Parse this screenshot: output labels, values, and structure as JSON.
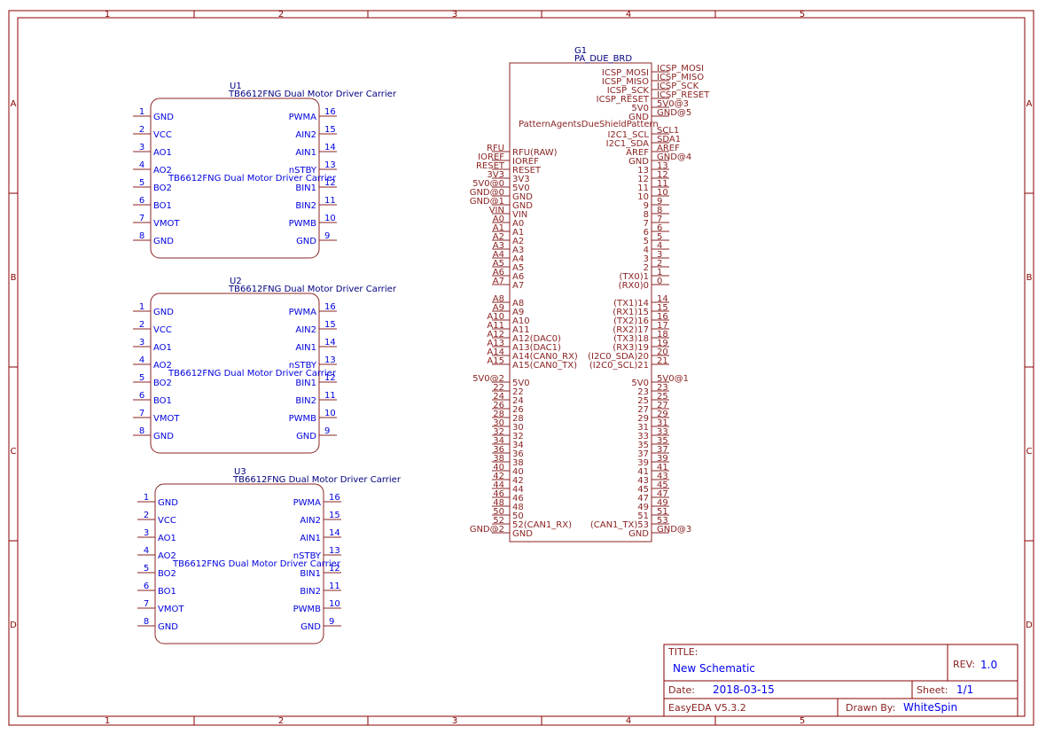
{
  "frame": {
    "columns": [
      "1",
      "2",
      "3",
      "4",
      "5"
    ],
    "rows": [
      "A",
      "B",
      "C",
      "D"
    ]
  },
  "motor_drivers": [
    {
      "ref": "U1",
      "name": "TB6612FNG Dual Motor Driver Carrier",
      "center_text": "TB6612FNG Dual Motor Driver Carrier"
    },
    {
      "ref": "U2",
      "name": "TB6612FNG Dual Motor Driver Carrier",
      "center_text": "TB6612FNG Dual Motor Driver Carrier"
    },
    {
      "ref": "U3",
      "name": "TB6612FNG Dual Motor Driver Carrier",
      "center_text": "TB6612FNG Dual Motor Driver Carrier"
    }
  ],
  "driver_pins": {
    "left": [
      [
        "1",
        "GND"
      ],
      [
        "2",
        "VCC"
      ],
      [
        "3",
        "AO1"
      ],
      [
        "4",
        "AO2"
      ],
      [
        "5",
        "BO2"
      ],
      [
        "6",
        "BO1"
      ],
      [
        "7",
        "VMOT"
      ],
      [
        "8",
        "GND"
      ]
    ],
    "right": [
      [
        "16",
        "PWMA"
      ],
      [
        "15",
        "AIN2"
      ],
      [
        "14",
        "AIN1"
      ],
      [
        "13",
        "nSTBY"
      ],
      [
        "12",
        "BIN1"
      ],
      [
        "11",
        "BIN2"
      ],
      [
        "10",
        "PWMB"
      ],
      [
        "9",
        "GND"
      ]
    ]
  },
  "board": {
    "ref": "G1",
    "name": "PA_DUE_BRD",
    "center_text": "PatternAgentsDueShieldPattern",
    "left_groups": [
      [
        [
          "RFU",
          "RFU(RAW)"
        ],
        [
          "IOREF",
          "IOREF"
        ],
        [
          "RESET",
          "RESET"
        ],
        [
          "3V3",
          "3V3"
        ],
        [
          "5V0@0",
          "5V0"
        ],
        [
          "GND@0",
          "GND"
        ],
        [
          "GND@1",
          "GND"
        ],
        [
          "VIN",
          "VIN"
        ],
        [
          "A0",
          "A0"
        ],
        [
          "A1",
          "A1"
        ],
        [
          "A2",
          "A2"
        ],
        [
          "A3",
          "A3"
        ],
        [
          "A4",
          "A4"
        ],
        [
          "A5",
          "A5"
        ],
        [
          "A6",
          "A6"
        ],
        [
          "A7",
          "A7"
        ]
      ],
      [
        [
          "A8",
          "A8"
        ],
        [
          "A9",
          "A9"
        ],
        [
          "A10",
          "A10"
        ],
        [
          "A11",
          "A11"
        ],
        [
          "A12",
          "A12(DAC0)"
        ],
        [
          "A13",
          "A13(DAC1)"
        ],
        [
          "A14",
          "A14(CAN0_RX)"
        ],
        [
          "A15",
          "A15(CAN0_TX)"
        ]
      ],
      [
        [
          "5V0@2",
          "5V0"
        ],
        [
          "22",
          "22"
        ],
        [
          "24",
          "24"
        ],
        [
          "26",
          "26"
        ],
        [
          "28",
          "28"
        ],
        [
          "30",
          "30"
        ],
        [
          "32",
          "32"
        ],
        [
          "34",
          "34"
        ],
        [
          "36",
          "36"
        ],
        [
          "38",
          "38"
        ],
        [
          "40",
          "40"
        ],
        [
          "42",
          "42"
        ],
        [
          "44",
          "44"
        ],
        [
          "46",
          "46"
        ],
        [
          "48",
          "48"
        ],
        [
          "50",
          "50"
        ],
        [
          "52",
          "52(CAN1_RX)"
        ],
        [
          "GND@2",
          "GND"
        ]
      ]
    ],
    "right_groups": [
      [
        [
          "ICSP_MOSI",
          "ICSP_MOSI"
        ],
        [
          "ICSP_MISO",
          "ICSP_MISO"
        ],
        [
          "ICSP_SCK",
          "ICSP_SCK"
        ],
        [
          "ICSP_RESET",
          "ICSP_RESET"
        ],
        [
          "5V0",
          "5V0@3"
        ],
        [
          "GND",
          "GND@5"
        ]
      ],
      [
        [
          "I2C1_SCL",
          "SCL1"
        ],
        [
          "I2C1_SDA",
          "SDA1"
        ],
        [
          "AREF",
          "AREF"
        ],
        [
          "GND",
          "GND@4"
        ],
        [
          "13",
          "13"
        ],
        [
          "12",
          "12"
        ],
        [
          "11",
          "11"
        ],
        [
          "10",
          "10"
        ],
        [
          "9",
          "9"
        ],
        [
          "8",
          "8"
        ],
        [
          "7",
          "7"
        ],
        [
          "6",
          "6"
        ],
        [
          "5",
          "5"
        ],
        [
          "4",
          "4"
        ],
        [
          "3",
          "3"
        ],
        [
          "2",
          "2"
        ],
        [
          "(TX0)1",
          "1"
        ],
        [
          "(RX0)0",
          "0"
        ]
      ],
      [
        [
          "(TX1)14",
          "14"
        ],
        [
          "(RX1)15",
          "15"
        ],
        [
          "(TX2)16",
          "16"
        ],
        [
          "(RX2)17",
          "17"
        ],
        [
          "(TX3)18",
          "18"
        ],
        [
          "(RX3)19",
          "19"
        ],
        [
          "(I2C0_SDA)20",
          "20"
        ],
        [
          "(I2C0_SCL)21",
          "21"
        ]
      ],
      [
        [
          "5V0",
          "5V0@1"
        ],
        [
          "23",
          "23"
        ],
        [
          "25",
          "25"
        ],
        [
          "27",
          "27"
        ],
        [
          "29",
          "29"
        ],
        [
          "31",
          "31"
        ],
        [
          "33",
          "33"
        ],
        [
          "35",
          "35"
        ],
        [
          "37",
          "37"
        ],
        [
          "39",
          "39"
        ],
        [
          "41",
          "41"
        ],
        [
          "43",
          "43"
        ],
        [
          "45",
          "45"
        ],
        [
          "47",
          "47"
        ],
        [
          "49",
          "49"
        ],
        [
          "51",
          "51"
        ],
        [
          "(CAN1_TX)53",
          "53"
        ],
        [
          "GND",
          "GND@3"
        ]
      ]
    ]
  },
  "title_block": {
    "title_label": "TITLE:",
    "title": "New Schematic",
    "rev_label": "REV:",
    "rev": "1.0",
    "date_label": "Date:",
    "date": "2018-03-15",
    "sheet_label": "Sheet:",
    "sheet": "1/1",
    "tool": "EasyEDA V5.3.2",
    "drawn_by_label": "Drawn By:",
    "drawn_by": "WhiteSpin"
  },
  "colors": {
    "frame": "#880000",
    "pin_text": "#0000dd",
    "board": "#8b2323"
  }
}
